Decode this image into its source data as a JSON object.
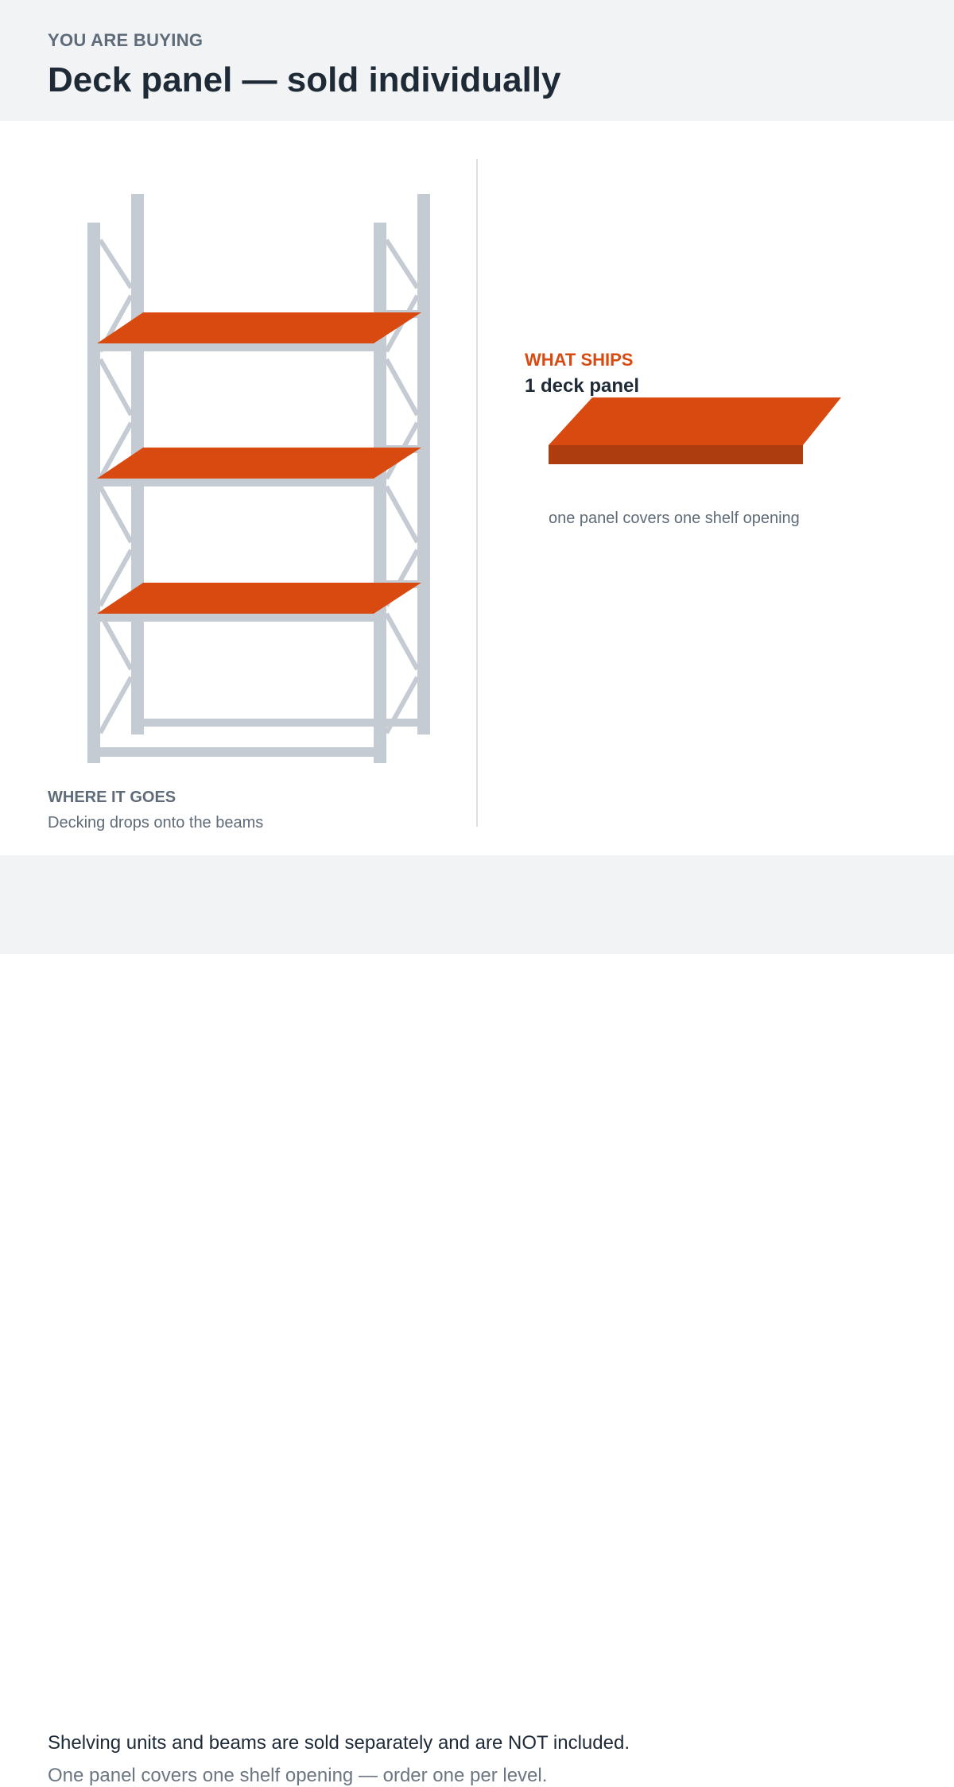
{
  "header": {
    "eyebrow": "YOU ARE BUYING",
    "title": "Deck panel — sold individually"
  },
  "rack_illustration": {
    "label": "WHERE IT GOES",
    "description": "Decking drops onto the beams",
    "shelf_levels": 3,
    "colors": {
      "frame": "#c5cbd2",
      "deck": "#d94a10"
    }
  },
  "what_ships": {
    "label": "WHAT SHIPS",
    "count_text": "1 deck panel",
    "caption": "one panel covers one shelf opening",
    "colors": {
      "top": "#d94a10",
      "edge": "#ad3c0e"
    }
  },
  "footer": {
    "main": "Shelving units and beams are sold separately and are NOT included.",
    "sub": "One panel covers one shelf opening — order one per level."
  }
}
